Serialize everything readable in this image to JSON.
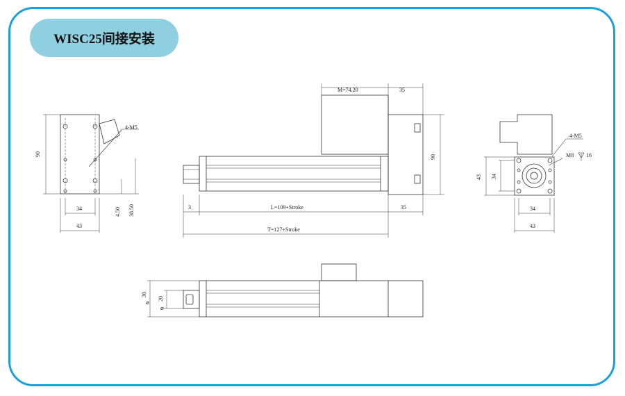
{
  "title": "WISC25间接安装",
  "colors": {
    "frame": "#1aa0dc",
    "badge": "#8fcfe0",
    "line": "#333333"
  },
  "front_view": {
    "height": "90",
    "holes": "4-M5",
    "hole_width": "34",
    "overall_width": "43",
    "offset_a": "4.50",
    "offset_b": "38.50"
  },
  "side_view": {
    "motor_length": "M=74.20",
    "motor_cap": "35",
    "height": "90",
    "left_margin": "3",
    "body_length": "L=109+Stroke",
    "end_length": "35",
    "total_length": "T=127+Stroke"
  },
  "end_view": {
    "holes": "4-M5",
    "center_thread": "M8",
    "depth": "16",
    "height": "43",
    "hole_spacing_v": "34",
    "hole_spacing_h": "34",
    "width": "43"
  },
  "top_view": {
    "outer_dia": "30",
    "inner_dia": "20"
  }
}
